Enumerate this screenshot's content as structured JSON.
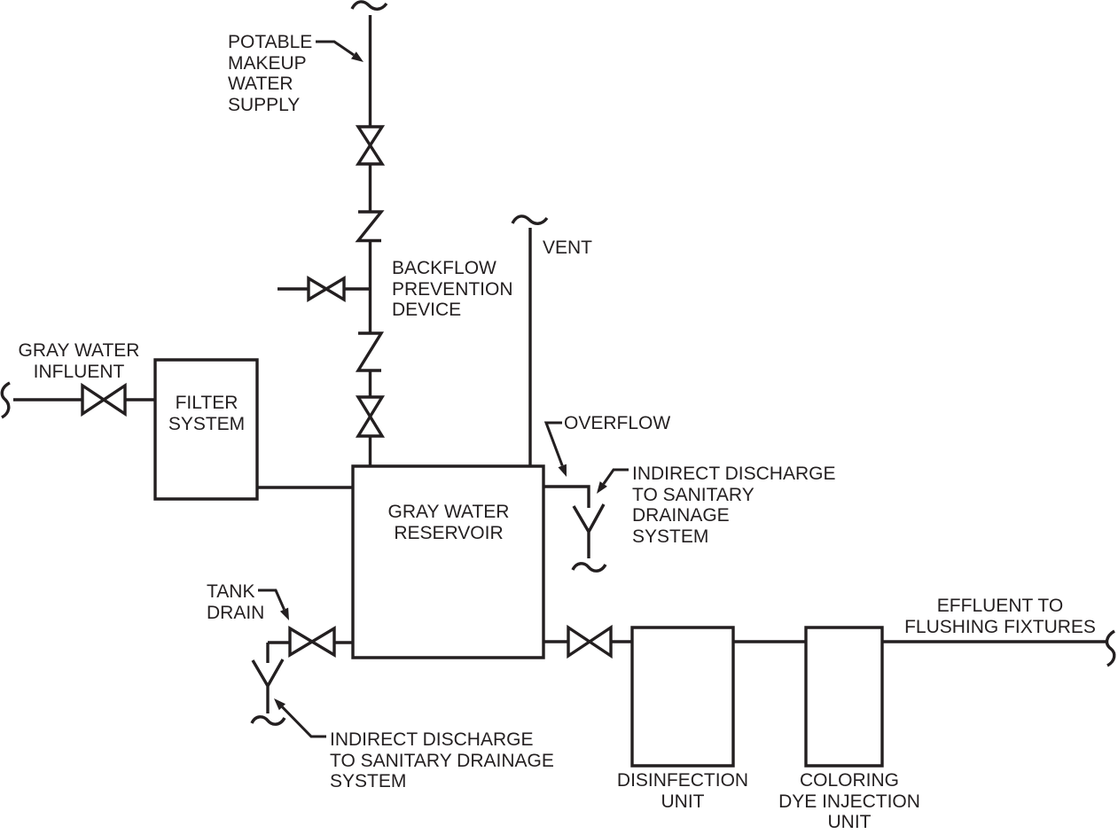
{
  "title": "Gray water recycling system piping diagram",
  "colors": {
    "line": "#231f20",
    "background": "#ffffff"
  },
  "labels": {
    "potable_makeup_water_supply": [
      "POTABLE",
      "MAKEUP",
      "WATER",
      "SUPPLY"
    ],
    "backflow_prevention_device": [
      "BACKFLOW",
      "PREVENTION",
      "DEVICE"
    ],
    "vent": [
      "VENT"
    ],
    "gray_water_influent": [
      "GRAY WATER",
      "INFLUENT"
    ],
    "filter_system": [
      "FILTER",
      "SYSTEM"
    ],
    "gray_water_reservoir": [
      "GRAY WATER",
      "RESERVOIR"
    ],
    "overflow": [
      "OVERFLOW"
    ],
    "indirect_discharge_right": [
      "INDIRECT DISCHARGE",
      "TO SANITARY",
      "DRAINAGE",
      "SYSTEM"
    ],
    "tank_drain": [
      "TANK",
      "DRAIN"
    ],
    "indirect_discharge_bottom": [
      "INDIRECT DISCHARGE",
      "TO SANITARY DRAINAGE",
      "SYSTEM"
    ],
    "disinfection_unit": [
      "DISINFECTION",
      "UNIT"
    ],
    "coloring_dye_injection_unit": [
      "COLORING",
      "DYE INJECTION",
      "UNIT"
    ],
    "effluent_to_flushing_fixtures": [
      "EFFLUENT TO",
      "FLUSHING FIXTURES"
    ]
  }
}
